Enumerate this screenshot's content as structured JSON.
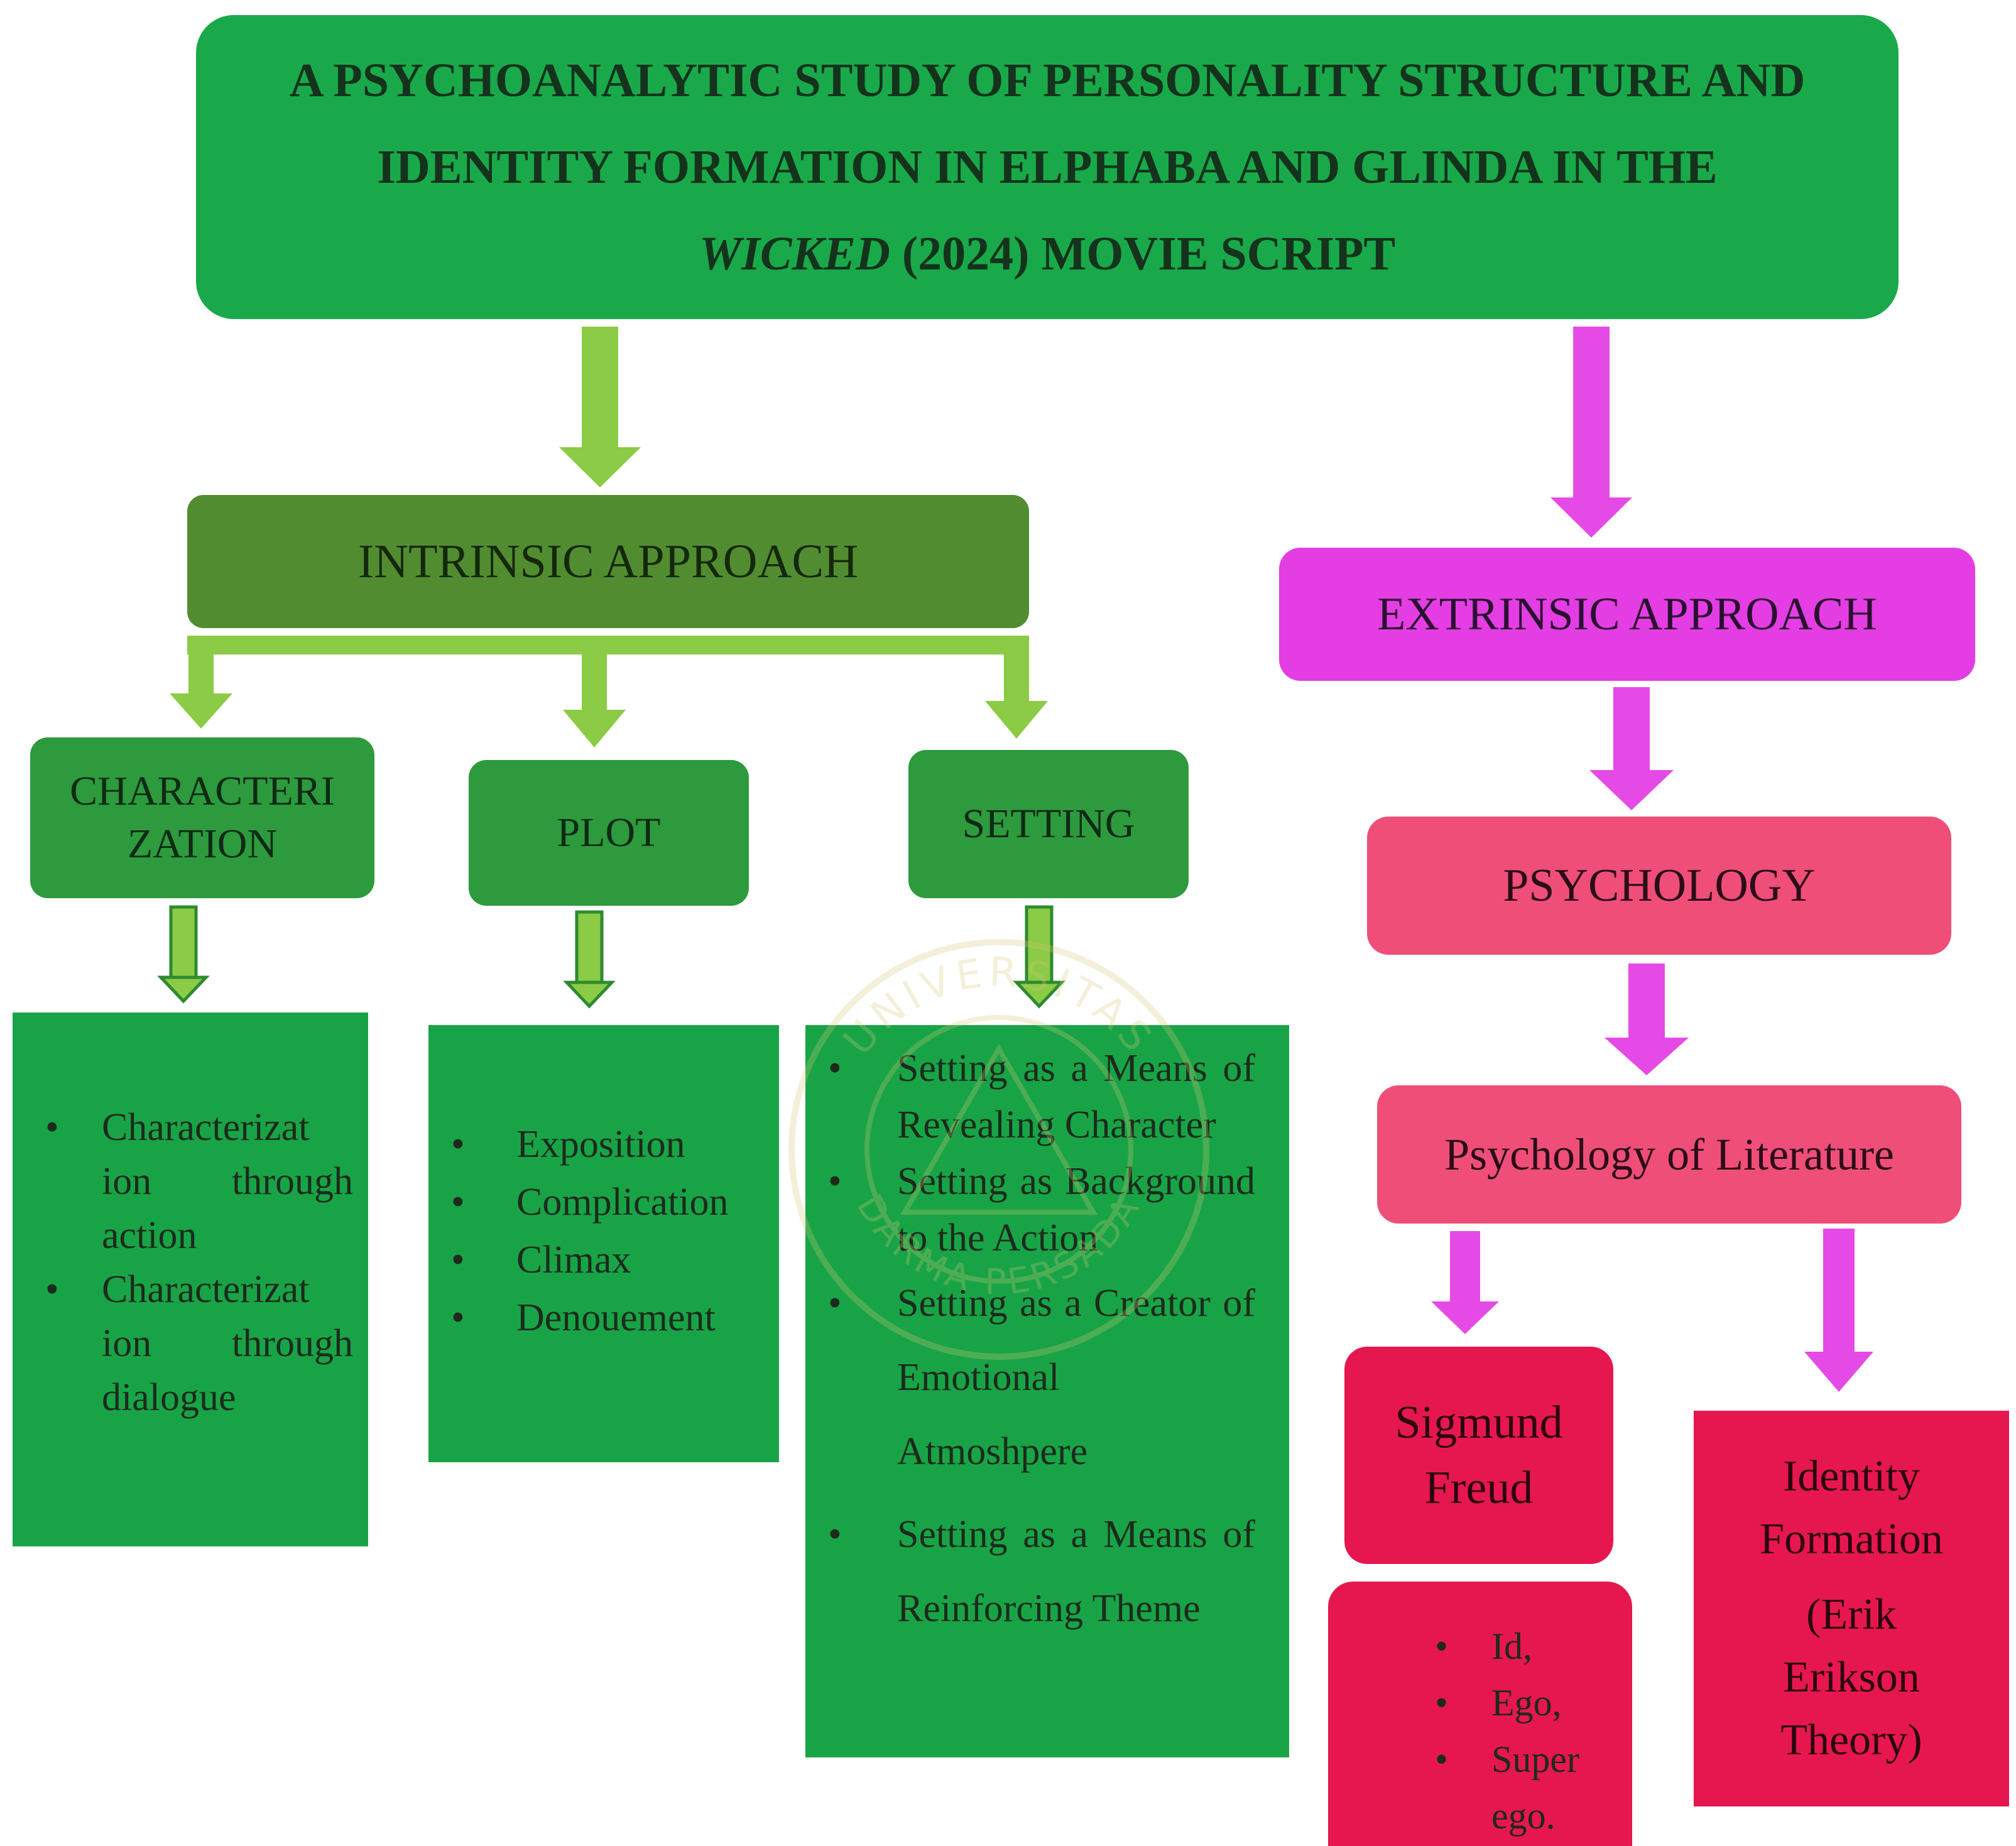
{
  "title": {
    "line1": "A PSYCHOANALYTIC STUDY OF PERSONALITY STRUCTURE AND",
    "line2": "IDENTITY FORMATION IN ELPHABA AND GLINDA IN THE",
    "line3_italic": "WICKED",
    "line3_rest": " (2024) MOVIE SCRIPT"
  },
  "intrinsic": {
    "label": "INTRINSIC APPROACH"
  },
  "extrinsic": {
    "label": "EXTRINSIC APPROACH"
  },
  "characterization": {
    "label_line1": "CHARACTERI",
    "label_line2": "ZATION"
  },
  "plot": {
    "label": "PLOT"
  },
  "setting": {
    "label": "SETTING"
  },
  "characterization_items": [
    "Characterizat ion through action",
    "Characterizat ion through dialogue"
  ],
  "plot_items": [
    "Exposition",
    "Complication",
    "Climax",
    "Denouement"
  ],
  "setting_items": [
    "Setting as a Means of Revealing Character",
    "Setting as Background to the Action",
    "Setting as a Creator of Emotional Atmoshpere",
    "Setting as a Means of Reinforcing Theme"
  ],
  "psychology": {
    "label": "PSYCHOLOGY"
  },
  "psychology_of_literature": {
    "label": "Psychology of Literature"
  },
  "freud": {
    "line1": "Sigmund",
    "line2": "Freud"
  },
  "freud_items": [
    "Id,",
    "Ego,",
    "Super ego."
  ],
  "identity": {
    "line1": "Identity",
    "line2": "Formation",
    "line3": "(Erik",
    "line4": "Erikson",
    "line5": "Theory)"
  },
  "watermark": {
    "top_text": "UNIVERSITAS",
    "bottom_text": "DARMA PERSADA"
  },
  "colors": {
    "green_arrow": "#8bcb45",
    "magenta_arrow": "#e64ae6",
    "title_green": "#19a94a",
    "intrinsic_green": "#518d30",
    "extrinsic_magenta": "#e43de4",
    "psychology_pink": "#ef4e79",
    "freud_red": "#e6174e"
  }
}
